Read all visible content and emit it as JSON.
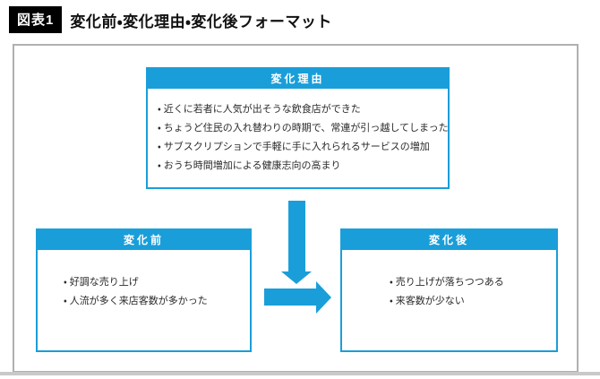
{
  "figure": {
    "label": "図表1",
    "title": "変化前・変化理由・変化後フォーマット"
  },
  "colors": {
    "accent_blue": "#1a9ed9",
    "label_black": "#000000",
    "frame_gray": "#b0b0b0"
  },
  "boxes": {
    "reason": {
      "header": "変化理由",
      "items": [
        "近くに若者に人気が出そうな飲食店ができた",
        "ちょうど住民の入れ替わりの時期で、常連が引っ越してしまった",
        "サブスクリプションで手軽に手に入れられるサービスの増加",
        "おうち時間増加による健康志向の高まり"
      ]
    },
    "before": {
      "header": "変化前",
      "items": [
        "好調な売り上げ",
        "人流が多く来店客数が多かった"
      ]
    },
    "after": {
      "header": "変化後",
      "items": [
        "売り上げが落ちつつある",
        "来客数が少ない"
      ]
    }
  },
  "bullet_char": "・",
  "arrows": {
    "down": "reason-to-result-arrow",
    "right": "before-to-after-arrow"
  }
}
